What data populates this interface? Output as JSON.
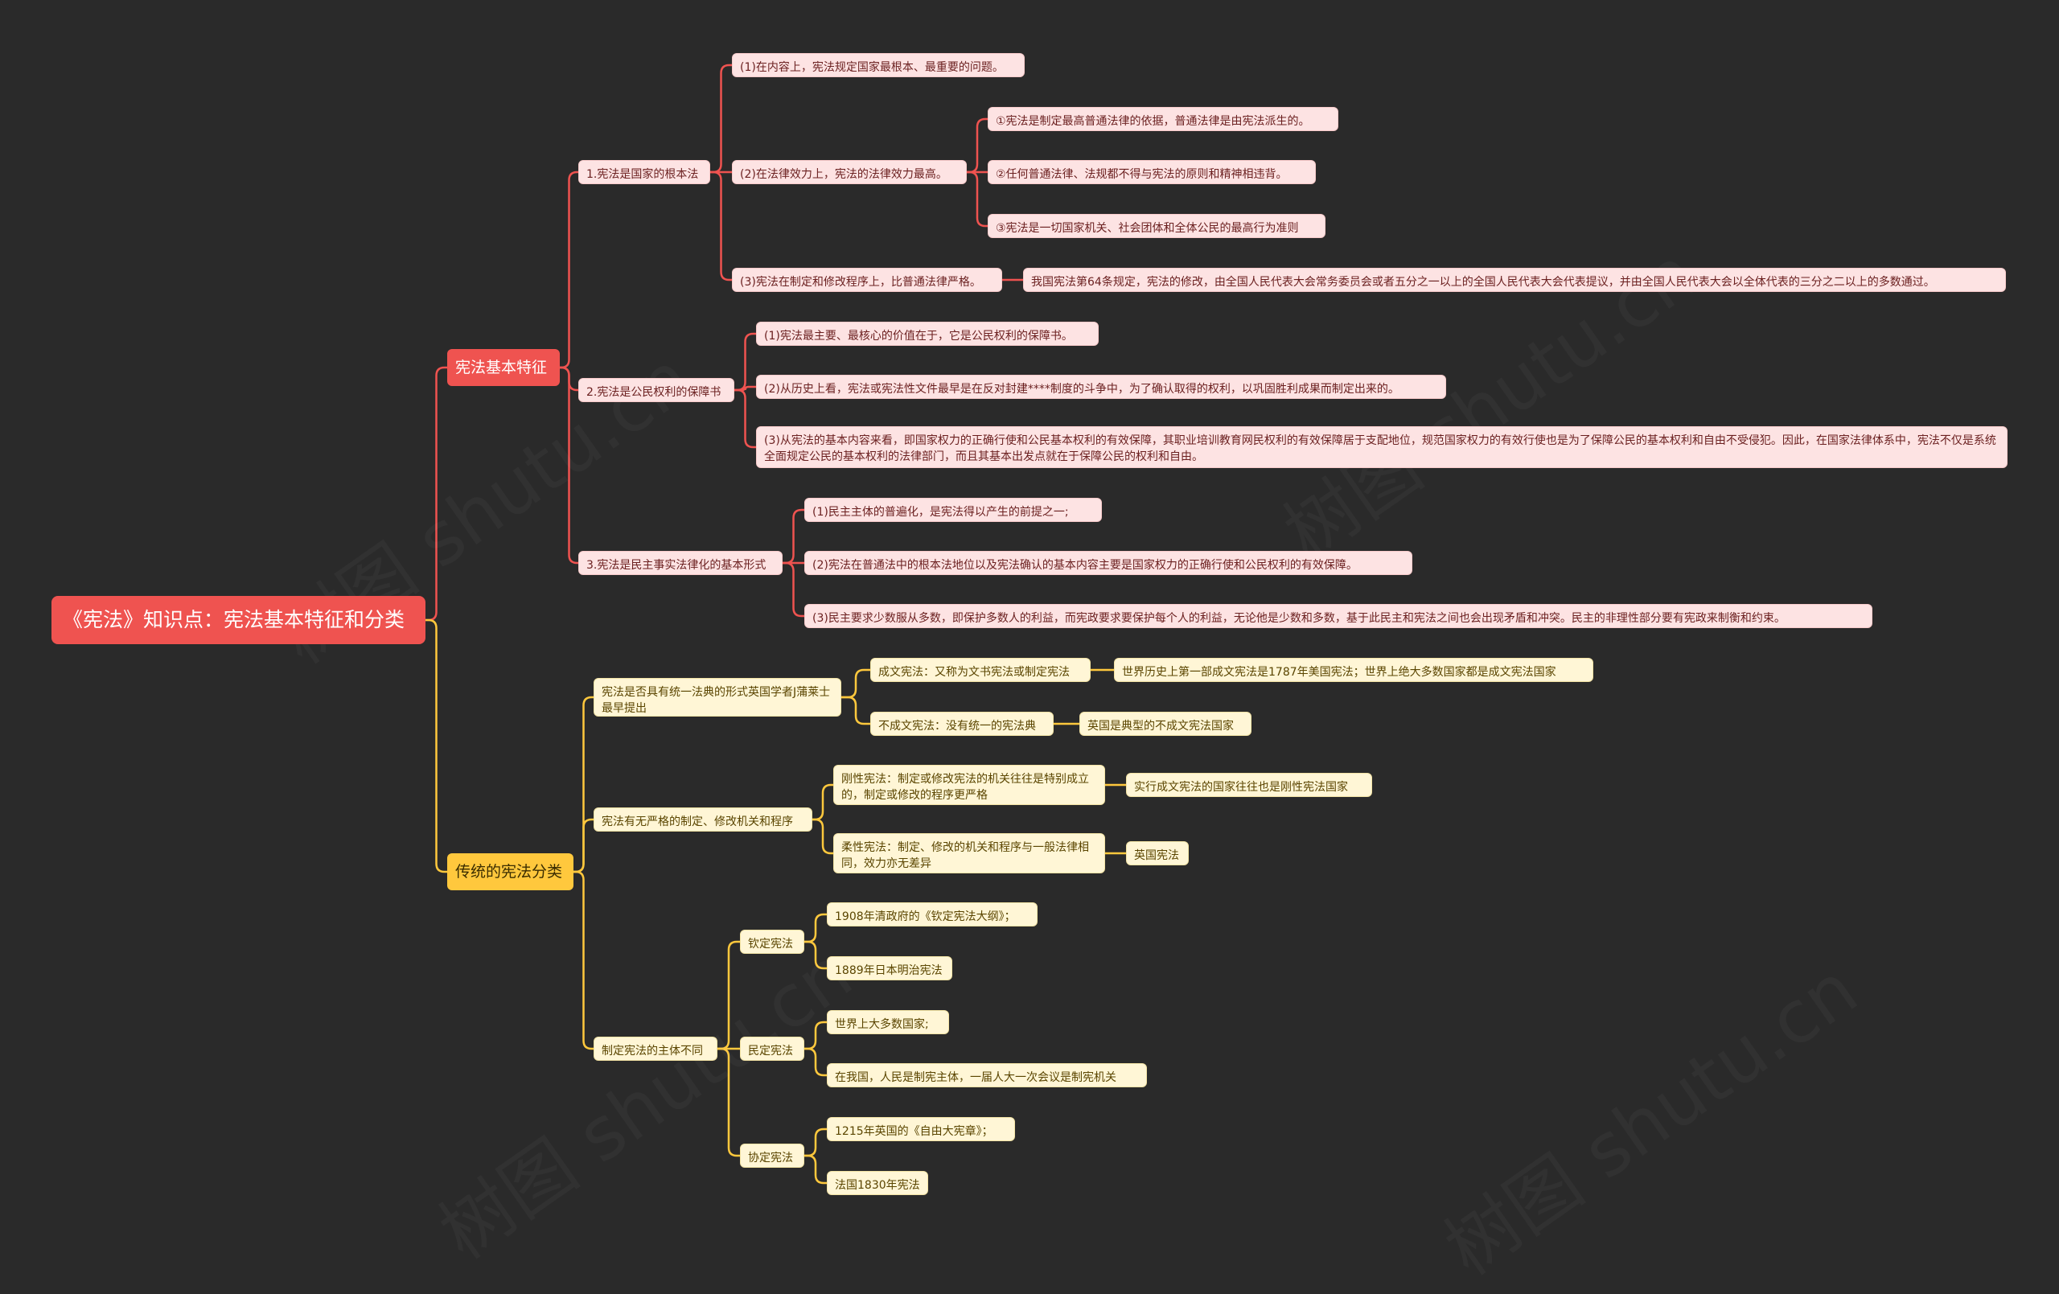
{
  "colors": {
    "background": "#2a2a2a",
    "red_branch": "#ef5350",
    "yellow_branch": "#ffc83d",
    "red_node": "#fde3e3",
    "yellow_node": "#fff6d6"
  },
  "root": "《宪法》知识点：宪法基本特征和分类",
  "branch1": {
    "title": "宪法基本特征",
    "c1": {
      "label": "1.宪法是国家的根本法",
      "a": "(1)在内容上，宪法规定国家最根本、最重要的问题。",
      "b": {
        "label": "(2)在法律效力上，宪法的法律效力最高。",
        "i": "①宪法是制定最高普通法律的依据，普通法律是由宪法派生的。",
        "ii": "②任何普通法律、法规都不得与宪法的原则和精神相违背。",
        "iii": "③宪法是一切国家机关、社会团体和全体公民的最高行为准则"
      },
      "c": {
        "label": "(3)宪法在制定和修改程序上，比普通法律严格。",
        "detail": "我国宪法第64条规定，宪法的修改，由全国人民代表大会常务委员会或者五分之一以上的全国人民代表大会代表提议，并由全国人民代表大会以全体代表的三分之二以上的多数通过。"
      }
    },
    "c2": {
      "label": "2.宪法是公民权利的保障书",
      "a": "(1)宪法最主要、最核心的价值在于，它是公民权利的保障书。",
      "b": "(2)从历史上看，宪法或宪法性文件最早是在反对封建****制度的斗争中，为了确认取得的权利，以巩固胜利成果而制定出来的。",
      "c": "(3)从宪法的基本内容来看，即国家权力的正确行使和公民基本权利的有效保障，其职业培训教育网民权利的有效保障居于支配地位，规范国家权力的有效行使也是为了保障公民的基本权利和自由不受侵犯。因此，在国家法律体系中，宪法不仅是系统全面规定公民的基本权利的法律部门，而且其基本出发点就在于保障公民的权利和自由。"
    },
    "c3": {
      "label": "3.宪法是民主事实法律化的基本形式",
      "a": "(1)民主主体的普遍化，是宪法得以产生的前提之一;",
      "b": "(2)宪法在普通法中的根本法地位以及宪法确认的基本内容主要是国家权力的正确行使和公民权利的有效保障。",
      "c": "(3)民主要求少数服从多数，即保护多数人的利益，而宪政要求要保护每个人的利益，无论他是少数和多数，基于此民主和宪法之间也会出现矛盾和冲突。民主的非理性部分要有宪政来制衡和约束。"
    }
  },
  "branch2": {
    "title": "传统的宪法分类",
    "g1": {
      "label": "宪法是否具有统一法典的形式英国学者J蒲莱士最早提出",
      "a": {
        "label": "成文宪法：又称为文书宪法或制定宪法",
        "detail": "世界历史上第一部成文宪法是1787年美国宪法；世界上绝大多数国家都是成文宪法国家"
      },
      "b": {
        "label": "不成文宪法：没有统一的宪法典",
        "detail": "英国是典型的不成文宪法国家"
      }
    },
    "g2": {
      "label": "宪法有无严格的制定、修改机关和程序",
      "a": {
        "label": "刚性宪法：制定或修改宪法的机关往往是特别成立的，制定或修改的程序更严格",
        "detail": "实行成文宪法的国家往往也是刚性宪法国家"
      },
      "b": {
        "label": "柔性宪法：制定、修改的机关和程序与一般法律相同，效力亦无差异",
        "detail": "英国宪法"
      }
    },
    "g3": {
      "label": "制定宪法的主体不同",
      "a": {
        "label": "钦定宪法",
        "x": "1908年清政府的《钦定宪法大纲》；",
        "y": "1889年日本明治宪法"
      },
      "b": {
        "label": "民定宪法",
        "x": "世界上大多数国家;",
        "y": "在我国，人民是制宪主体，一届人大一次会议是制宪机关"
      },
      "c": {
        "label": "协定宪法",
        "x": "1215年英国的《自由大宪章》；",
        "y": "法国1830年宪法"
      }
    }
  }
}
